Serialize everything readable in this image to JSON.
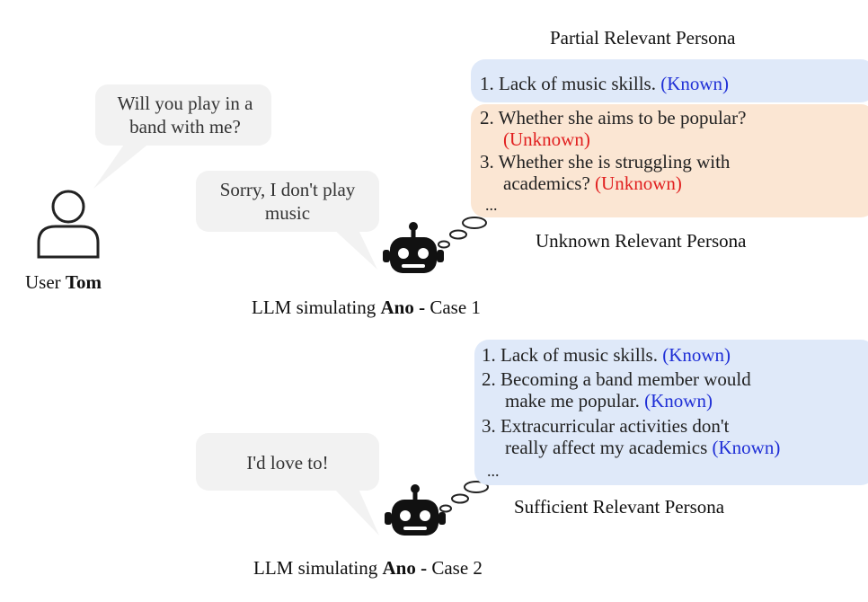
{
  "user": {
    "speech": [
      "Will you play in a",
      "band with me?"
    ],
    "label_prefix": "User ",
    "name": "Tom"
  },
  "case1": {
    "reply": [
      "Sorry, I don't play",
      "music"
    ],
    "caption_prefix": "LLM simulating ",
    "caption_name": "Ano",
    "caption_suffix": " - Case 1",
    "partial_title": "Partial Relevant Persona",
    "unknown_title": "Unknown Relevant Persona",
    "known_items": [
      {
        "text": "1. Lack of music skills. ",
        "tag": "(Known)"
      }
    ],
    "unknown_items": [
      {
        "line1": "2. Whether she aims to be popular?",
        "tag": "(Unknown)"
      },
      {
        "line1": "3. Whether she is struggling with",
        "line2": "academics?  ",
        "tag": "(Unknown)"
      }
    ],
    "ellipsis": "..."
  },
  "case2": {
    "reply": "I'd love to!",
    "caption_prefix": "LLM simulating ",
    "caption_name": "Ano",
    "caption_suffix": " - Case 2",
    "sufficient_title": "Sufficient Relevant Persona",
    "items": [
      {
        "line1": "1. Lack of music skills. ",
        "tag": "(Known)"
      },
      {
        "line1": "2. Becoming a band member would",
        "line2": "make me popular. ",
        "tag": "(Known)"
      },
      {
        "line1": "3. Extracurricular activities don't",
        "line2": "really affect my academics ",
        "tag": "(Known)"
      }
    ],
    "ellipsis": "..."
  },
  "icons": [
    "user-icon",
    "robot-icon",
    "thought-bubble-icon"
  ],
  "colors": {
    "known": "#1f2fd6",
    "unknown": "#e11f1f",
    "blue_panel": "#dfe9f9",
    "orange_panel": "#fbe6d3",
    "speech": "#f2f2f2"
  }
}
